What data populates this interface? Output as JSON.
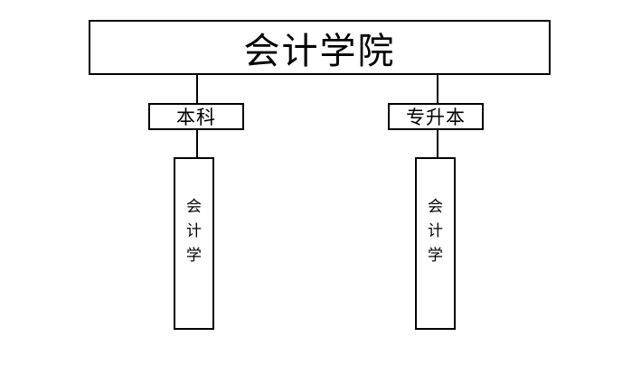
{
  "diagram": {
    "type": "org-chart",
    "root": {
      "label": "会计学院"
    },
    "branches": [
      {
        "label": "本科",
        "child": {
          "label": "会计学",
          "text_orientation": "vertical"
        }
      },
      {
        "label": "专升本",
        "child": {
          "label": "会计学",
          "text_orientation": "vertical"
        }
      }
    ]
  },
  "colors": {
    "background": "#ffffff",
    "border": "#000000",
    "text": "#000000",
    "connector": "#000000"
  }
}
